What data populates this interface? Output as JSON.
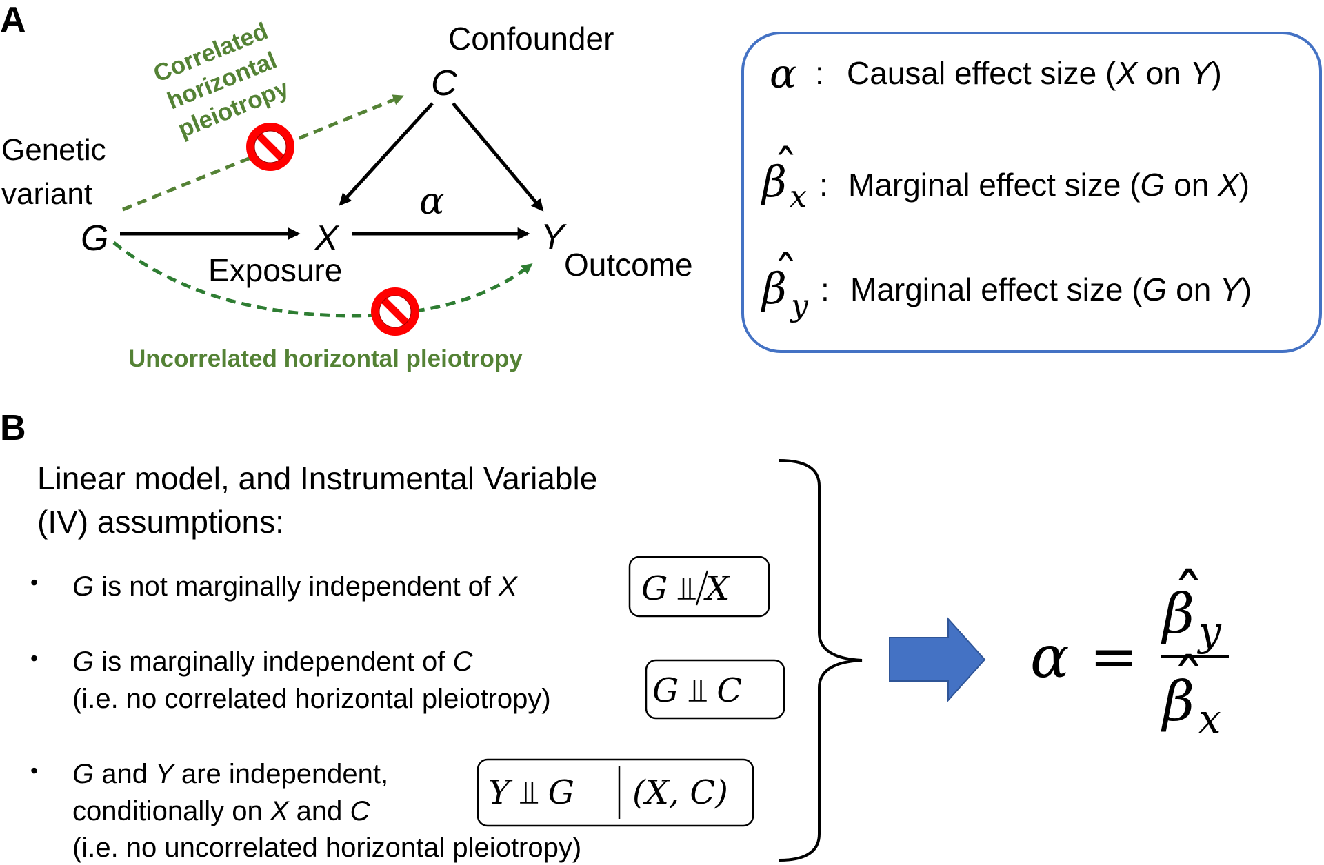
{
  "panel_a": {
    "label": "A",
    "nodes": {
      "confounder_title": "Confounder",
      "c": "C",
      "genetic_variant_line1": "Genetic",
      "genetic_variant_line2": "variant",
      "g": "G",
      "x": "X",
      "exposure": "Exposure",
      "y": "Y",
      "outcome": "Outcome",
      "alpha": "α"
    },
    "correlated_pleiotropy": [
      "Correlated",
      "horizontal",
      "pleiotropy"
    ],
    "uncorrelated_pleiotropy": "Uncorrelated horizontal pleiotropy",
    "legend": {
      "alpha_symbol": "α",
      "colon": ":",
      "beta_symbol": "β",
      "hat": "ˆ",
      "sub_x": "x",
      "sub_y": "y",
      "rows": [
        {
          "text": "Causal effect size (",
          "v1": "X",
          "mid": " on ",
          "v2": "Y",
          "end": ")"
        },
        {
          "text": "Marginal effect size (",
          "v1": "G",
          "mid": " on ",
          "v2": "X",
          "end": ")"
        },
        {
          "text": "Marginal effect size (",
          "v1": "G",
          "mid": " on ",
          "v2": "Y",
          "end": ")"
        }
      ]
    },
    "colors": {
      "black": "#000000",
      "green_light": "#548235",
      "green_dark": "#2e7d32",
      "prohibit_red": "#ff0000",
      "legend_border": "#4472c4",
      "arrow_blue": "#4472c4"
    }
  },
  "panel_b": {
    "label": "B",
    "heading_line1": "Linear model, and Instrumental Variable",
    "heading_line2": "(IV) assumptions:",
    "bullet": "•",
    "items": [
      {
        "v1": "G",
        "t1": " is not marginally independent of ",
        "v2": "X",
        "formula": {
          "left": "G",
          "sym": "⫫",
          "right": "X"
        }
      },
      {
        "v1": "G",
        "t1": " is marginally independent of ",
        "v2": "C",
        "line2": "(i.e. no correlated horizontal pleiotropy)",
        "formula": {
          "left": "G",
          "sym": "⫫",
          "right": "C"
        }
      },
      {
        "v1": "G",
        "t1": " and ",
        "v2": "Y",
        "t2": " are independent,",
        "line2a": "conditionally on ",
        "line2v1": "X",
        "line2b": " and ",
        "line2v2": "C",
        "line3": "(i.e. no uncorrelated horizontal pleiotropy)",
        "formula": {
          "left": "Y",
          "sym": "⫫",
          "right": "G",
          "cond": "(X, C)"
        }
      }
    ],
    "result": {
      "alpha": "α",
      "equals": "=",
      "beta": "β",
      "hat": "ˆ",
      "sub_num": "y",
      "sub_den": "x"
    }
  }
}
